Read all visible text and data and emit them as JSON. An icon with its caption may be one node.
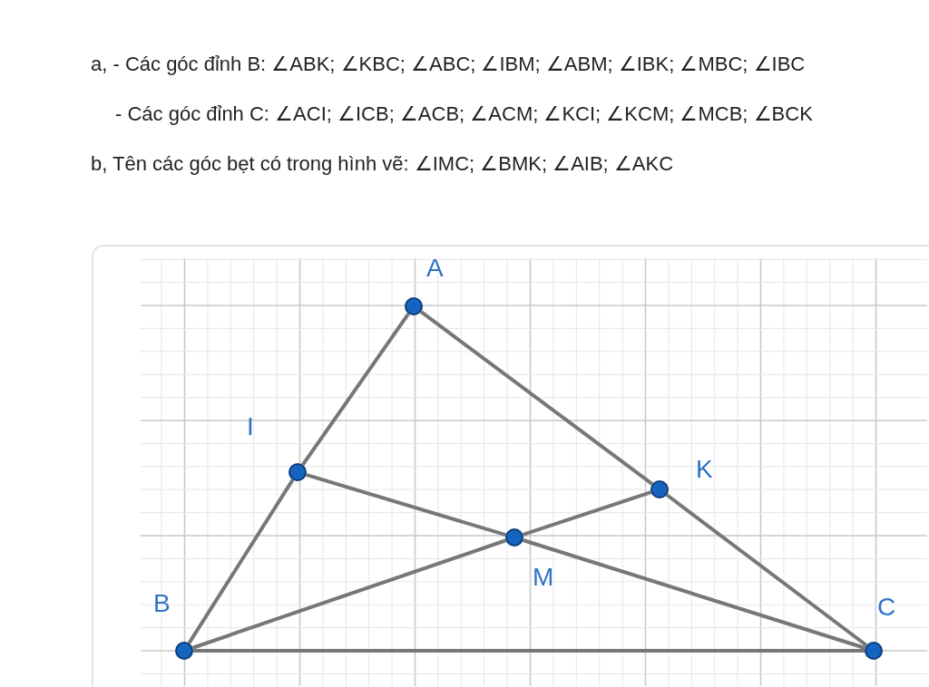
{
  "diagram": {
    "nodes": [
      {
        "text": [
          "A"
        ]
      },
      {
        "text": [
          "I"
        ]
      },
      {
        "text": [
          "K"
        ]
      },
      {
        "text": [
          "M"
        ]
      },
      {
        "text": [
          "B"
        ]
      },
      {
        "text": [
          "C"
        ]
      }
    ],
    "edges": [
      {
        "from": 0,
        "to": 1,
        "arrow": "none"
      },
      {
        "from": 1,
        "to": 4,
        "arrow": "none"
      },
      {
        "from": 0,
        "to": 2,
        "arrow": "none"
      },
      {
        "from": 2,
        "to": 5,
        "arrow": "none"
      },
      {
        "from": 4,
        "to": 5,
        "arrow": "none"
      },
      {
        "from": 1,
        "to": 3,
        "arrow": "none"
      },
      {
        "from": 3,
        "to": 5,
        "arrow": "none"
      },
      {
        "from": 4,
        "to": 3,
        "arrow": "none"
      },
      {
        "from": 3,
        "to": 2,
        "arrow": "none"
      }
    ],
    "labels": [
      "a, - Các góc đỉnh B: ∠ABK; ∠KBC; ∠ABC; ∠IBM; ∠ABM; ∠IBK; ∠MBC; ∠IBC",
      "- Các góc đỉnh C: ∠ACI; ∠ICB; ∠ACB; ∠ACM; ∠KCI; ∠KCM; ∠MCB; ∠BCK",
      "b, Tên các góc bẹt có trong hình vẽ: ∠IMC; ∠BMK; ∠AIB; ∠AKC"
    ]
  }
}
